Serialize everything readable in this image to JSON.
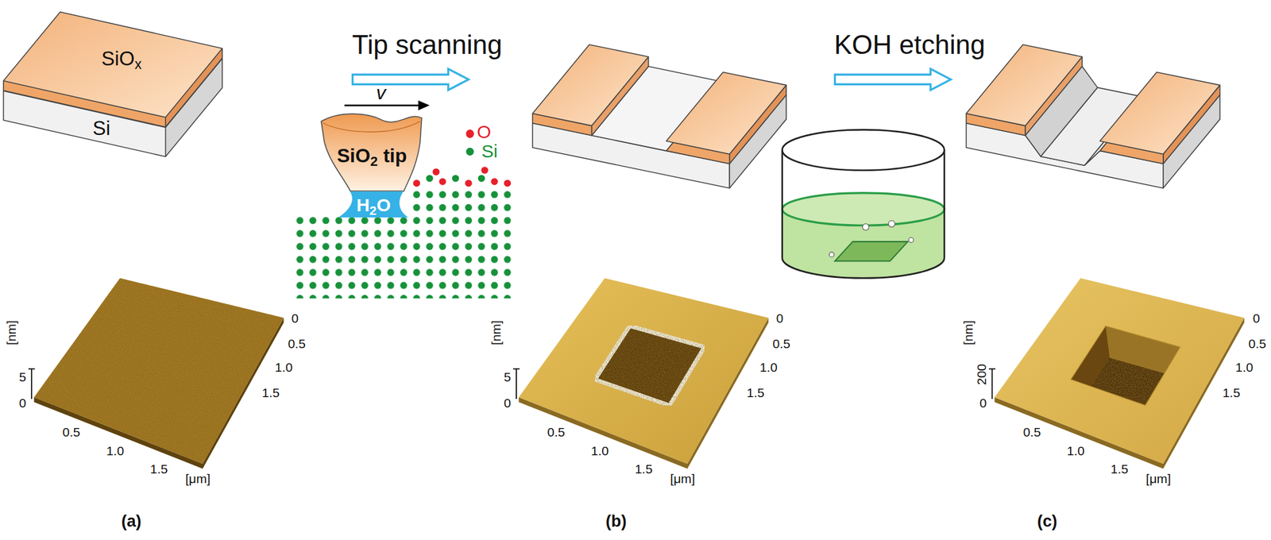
{
  "diagram": {
    "nodes": [
      {
        "text": [
          "SiOx"
        ]
      },
      {
        "text": [
          "Si"
        ]
      },
      {
        "text": [
          "SiO2 tip"
        ]
      },
      {
        "text": [
          "H2O"
        ]
      }
    ],
    "labels": [
      "Tip scanning",
      "v",
      "KOH etching",
      "[nm]",
      "5",
      "0",
      "0.5",
      "1.0",
      "1.5",
      "[μm]",
      "0",
      "0.5",
      "1.0",
      "1.5",
      "(a)",
      "[nm]",
      "5",
      "0",
      "0.5",
      "1.0",
      "1.5",
      "[μm]",
      "0",
      "0.5",
      "1.0",
      "1.5",
      "(b)",
      "[nm]",
      "200",
      "0",
      "0.5",
      "1.0",
      "1.5",
      "[μm]",
      "0",
      "0.5",
      "1.0",
      "1.5",
      "(c)"
    ],
    "legend": [
      {
        "text": "O",
        "color": "#e8202a"
      },
      {
        "text": "Si",
        "color": "#17913a"
      }
    ]
  }
}
